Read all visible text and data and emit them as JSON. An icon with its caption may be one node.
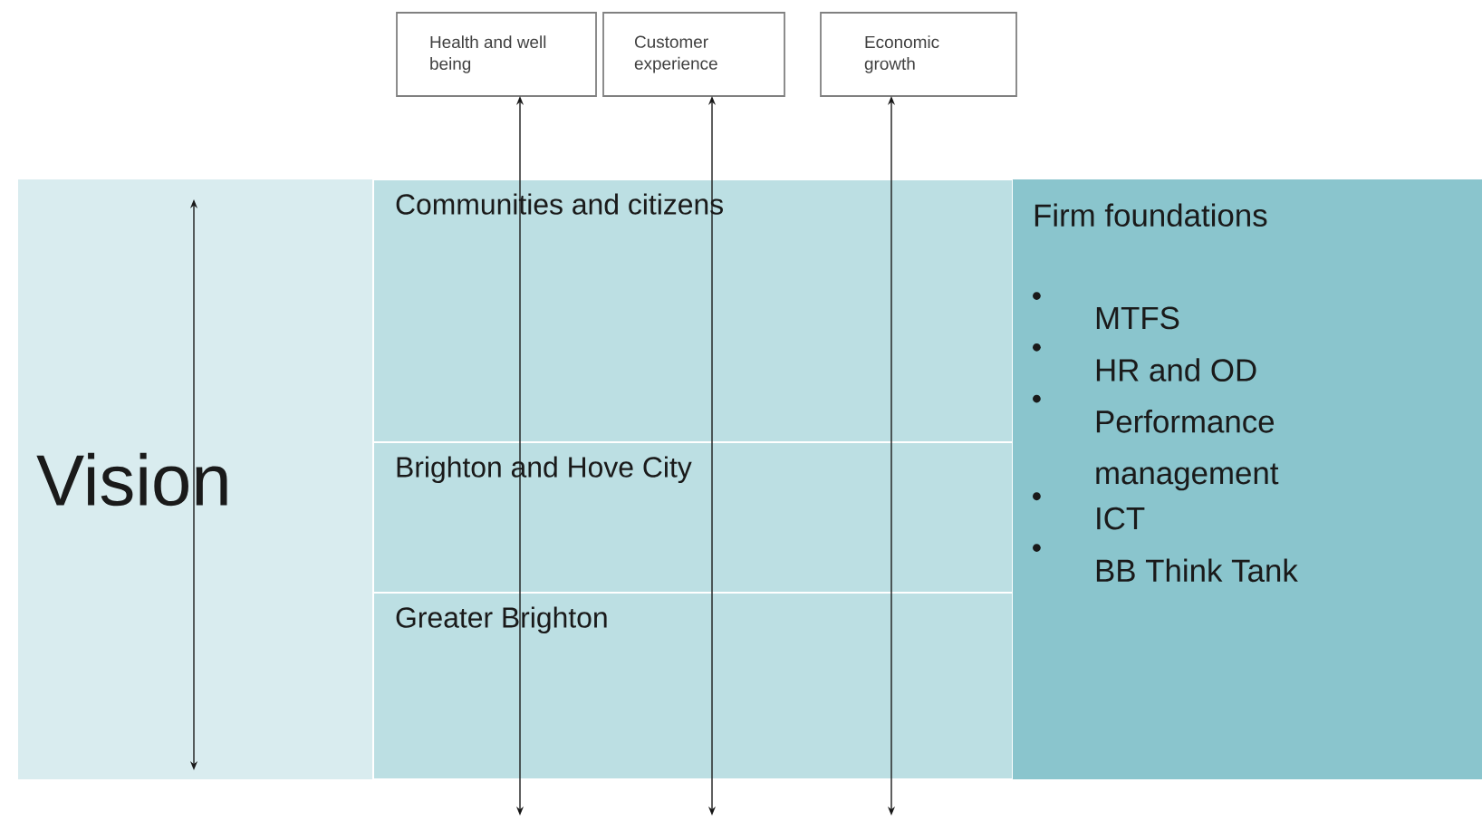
{
  "diagram": {
    "nodes": [
      {
        "text": [
          "Health and well being"
        ]
      },
      {
        "text": [
          "Customer experience"
        ]
      },
      {
        "text": [
          "Economic growth"
        ]
      },
      {
        "text": [
          "Vision"
        ]
      },
      {
        "text": [
          "Communities and citizens"
        ]
      },
      {
        "text": [
          "Brighton and Hove City"
        ]
      },
      {
        "text": [
          "Greater Brighton"
        ]
      },
      {
        "text": [
          "Firm foundations",
          "MTFS",
          "HR and OD",
          "Performance management",
          "ICT",
          "BB Think Tank"
        ]
      }
    ],
    "edges": [
      {
        "from": null,
        "to": 0,
        "arrow": "both"
      },
      {
        "from": null,
        "to": 1,
        "arrow": "both"
      },
      {
        "from": null,
        "to": 2,
        "arrow": "both"
      }
    ]
  }
}
